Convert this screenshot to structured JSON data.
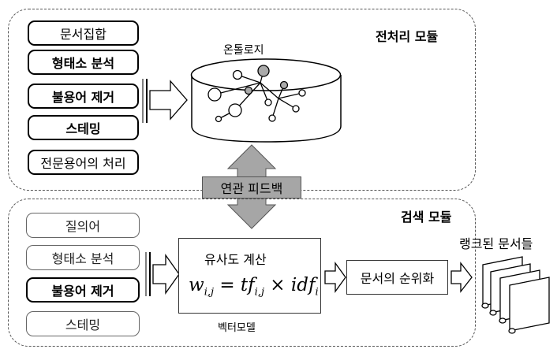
{
  "preprocess": {
    "title": "전처리 모듈",
    "items": [
      "문서집합",
      "형태소 분석",
      "불용어 제거",
      "스테밍",
      "전문용어의 처리"
    ]
  },
  "ontology": {
    "label": "온톨로지"
  },
  "feedback": {
    "label": "연관 피드백"
  },
  "search": {
    "title": "검색 모듈",
    "items": [
      "질의어",
      "형태소 분석",
      "불용어 제거",
      "스테밍"
    ]
  },
  "vector": {
    "title": "유사도 계산",
    "formula_w": "w",
    "formula_wsub": "i,j",
    "formula_eq": " = tf",
    "formula_tfsub": "i,j",
    "formula_times": " × idf",
    "formula_idfsub": "i",
    "model_label": "벡터모델"
  },
  "ranking": {
    "label": "문서의 순위화"
  },
  "ranked_docs": {
    "label": "랭크된 문서들"
  }
}
